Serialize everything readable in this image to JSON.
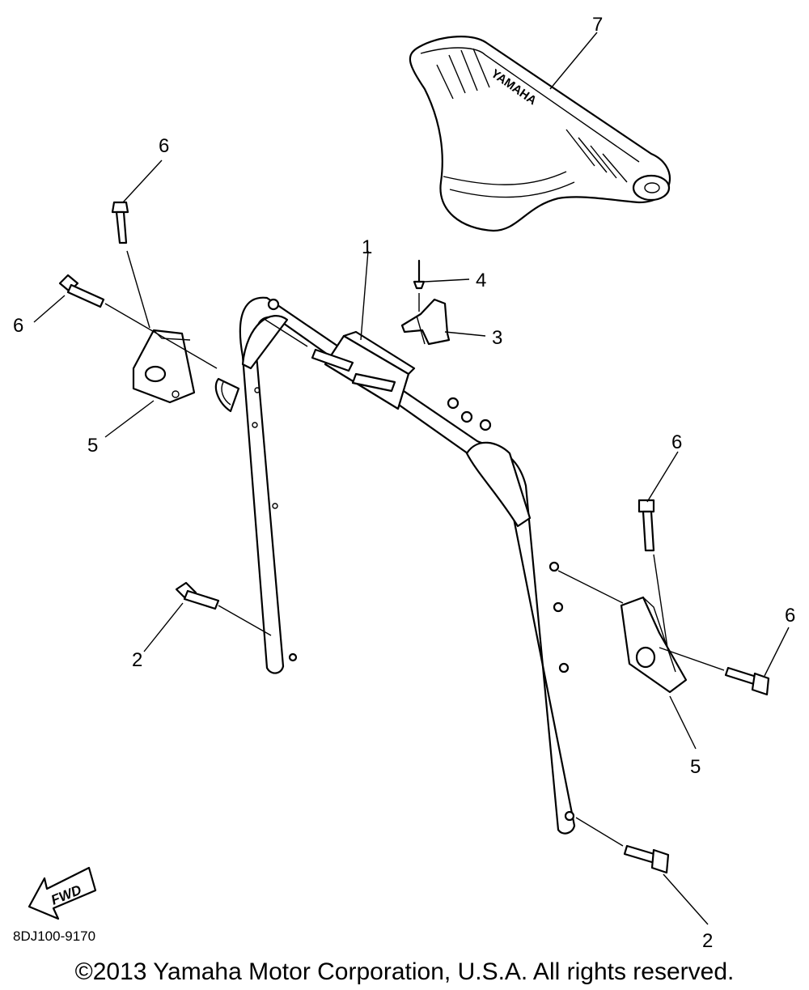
{
  "callouts": {
    "c1": "1",
    "c2_left": "2",
    "c2_right": "2",
    "c3": "3",
    "c4": "4",
    "c5_left": "5",
    "c5_right": "5",
    "c6_top_left": "6",
    "c6_left": "6",
    "c6_top_right": "6",
    "c6_right": "6",
    "c7": "7"
  },
  "seat_brand": "YAMAHA",
  "fwd_label": "FWD",
  "diagram_code": "8DJ100-9170",
  "copyright": "©2013 Yamaha Motor Corporation, U.S.A. All rights reserved."
}
